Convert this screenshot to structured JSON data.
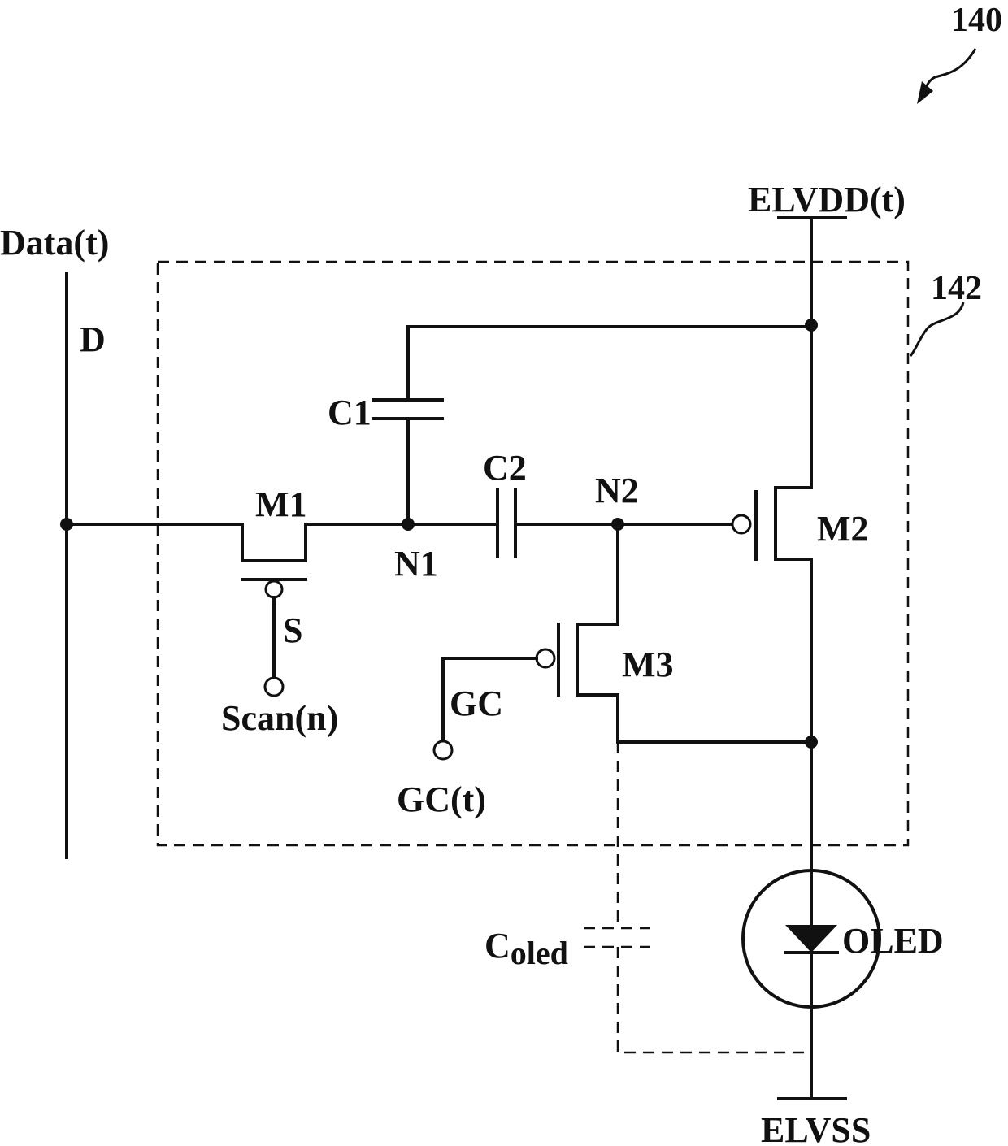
{
  "figure": {
    "ref_circuit": "140",
    "ref_pixel_block": "142"
  },
  "signals": {
    "data": "Data(t)",
    "data_line": "D",
    "elvdd": "ELVDD(t)",
    "elvss": "ELVSS",
    "scan": "Scan(n)",
    "scan_gate": "S",
    "gc": "GC",
    "gc_input": "GC(t)"
  },
  "components": {
    "m1": "M1",
    "m2": "M2",
    "m3": "M3",
    "c1": "C1",
    "c2": "C2",
    "coled_main": "C",
    "coled_sub": "oled",
    "oled": "OLED"
  },
  "nodes": {
    "n1": "N1",
    "n2": "N2"
  },
  "colors": {
    "ink": "#111111",
    "background": "#ffffff"
  }
}
